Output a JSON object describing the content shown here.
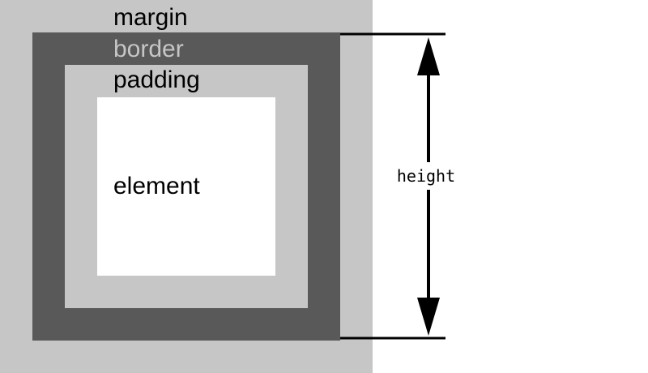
{
  "labels": {
    "margin": "margin",
    "border": "border",
    "padding": "padding",
    "element": "element",
    "height": "height"
  },
  "colors": {
    "margin": "#c6c6c6",
    "border": "#595959",
    "padding": "#c6c6c6",
    "element": "#ffffff",
    "border_label": "#c6c6c6",
    "text": "#000000",
    "arrow": "#000000",
    "background": "#ffffff"
  }
}
